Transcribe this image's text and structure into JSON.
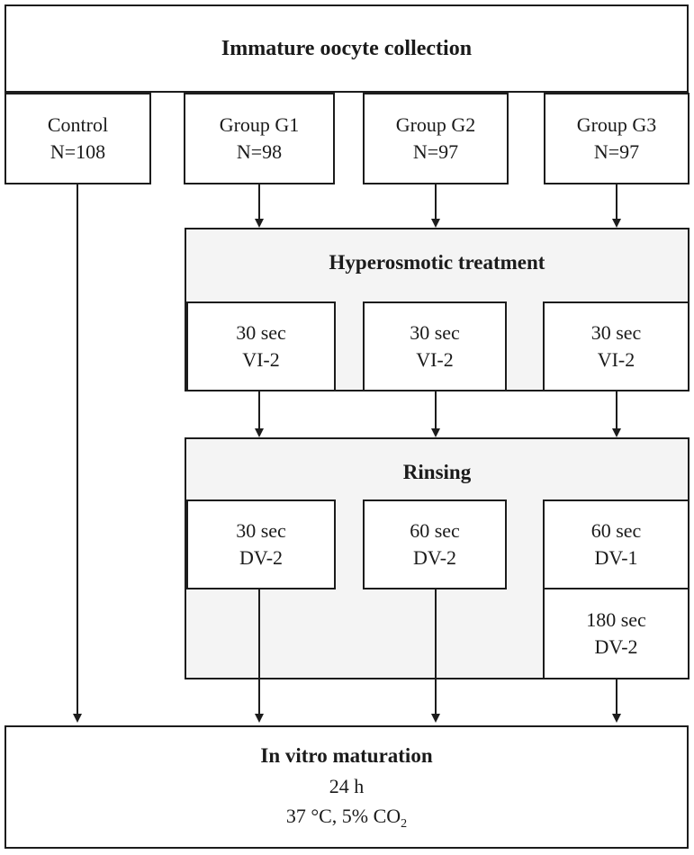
{
  "flowchart": {
    "collection": {
      "title": "Immature oocyte collection"
    },
    "groups": [
      {
        "name": "Control",
        "n": "N=108"
      },
      {
        "name": "Group G1",
        "n": "N=98"
      },
      {
        "name": "Group G2",
        "n": "N=97"
      },
      {
        "name": "Group G3",
        "n": "N=97"
      }
    ],
    "hyperosmotic": {
      "title": "Hyperosmotic treatment",
      "cells": [
        {
          "duration": "30 sec",
          "medium": "VI-2"
        },
        {
          "duration": "30 sec",
          "medium": "VI-2"
        },
        {
          "duration": "30 sec",
          "medium": "VI-2"
        }
      ]
    },
    "rinsing": {
      "title": "Rinsing",
      "cells": [
        {
          "duration": "30 sec",
          "medium": "DV-2"
        },
        {
          "duration": "60 sec",
          "medium": "DV-2"
        },
        {
          "duration": "60 sec",
          "medium": "DV-1"
        },
        {
          "duration": "180 sec",
          "medium": "DV-2"
        }
      ]
    },
    "maturation": {
      "title": "In vitro maturation",
      "duration": "24 h",
      "conditions_prefix": "37 °C, 5% CO",
      "conditions_subscript": "2"
    },
    "colors": {
      "section_fill": "#f4f4f4",
      "border": "#1c1c1c",
      "background": "#ffffff"
    }
  }
}
